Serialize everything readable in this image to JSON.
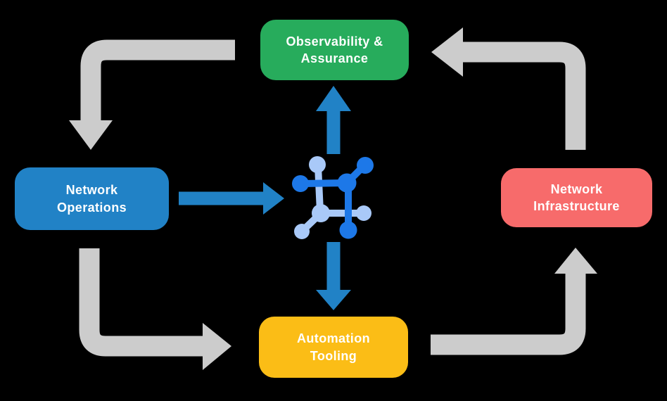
{
  "diagram": {
    "background": "#000000",
    "nodes": {
      "observability": {
        "label": "Observability &\nAssurance",
        "color": "#27AC5C",
        "text_color": "#FFFFFF"
      },
      "operations": {
        "label": "Network\nOperations",
        "color": "#2182C6",
        "text_color": "#FFFFFF"
      },
      "infrastructure": {
        "label": "Network\nInfrastructure",
        "color": "#F76B6B",
        "text_color": "#FFFFFF"
      },
      "automation": {
        "label": "Automation\nTooling",
        "color": "#FBBD16",
        "text_color": "#FFFFFF"
      }
    },
    "center_icon": {
      "name": "network-platform-icon",
      "color_primary": "#1D78E8",
      "color_secondary": "#A9C9F8"
    },
    "arrows": {
      "gray_color": "#CCCCCC",
      "blue_color": "#2182C6",
      "flows": [
        {
          "from": "observability-assurance",
          "to": "network-operations",
          "style": "gray"
        },
        {
          "from": "network-operations",
          "to": "automation-tooling",
          "style": "gray"
        },
        {
          "from": "automation-tooling",
          "to": "network-infrastructure",
          "style": "gray"
        },
        {
          "from": "network-infrastructure",
          "to": "observability-assurance",
          "style": "gray"
        },
        {
          "from": "network-operations",
          "to": "network-platform-icon",
          "style": "blue"
        },
        {
          "from": "network-platform-icon",
          "to": "observability-assurance",
          "style": "blue"
        },
        {
          "from": "network-platform-icon",
          "to": "automation-tooling",
          "style": "blue"
        }
      ]
    }
  }
}
